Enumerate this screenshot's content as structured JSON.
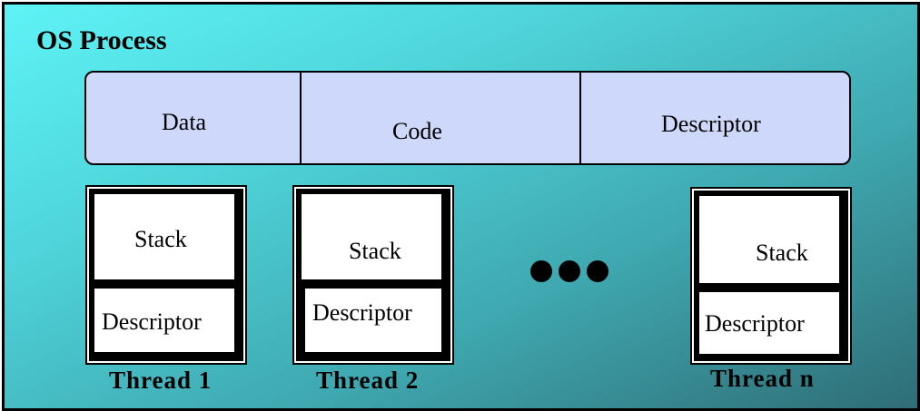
{
  "title": "OS Process",
  "segments": {
    "data": "Data",
    "code": "Code",
    "descriptor": "Descriptor"
  },
  "threads": [
    {
      "stack": "Stack",
      "descriptor": "Descriptor",
      "label": "Thread 1"
    },
    {
      "stack": "Stack",
      "descriptor": "Descriptor",
      "label": "Thread 2"
    },
    {
      "stack": "Stack",
      "descriptor": "Descriptor",
      "label": "Thread n"
    }
  ],
  "colors": {
    "background_light": "#5ef3f6",
    "background_dark": "#2f6d76",
    "segment_fill": "#cdd8fb"
  }
}
